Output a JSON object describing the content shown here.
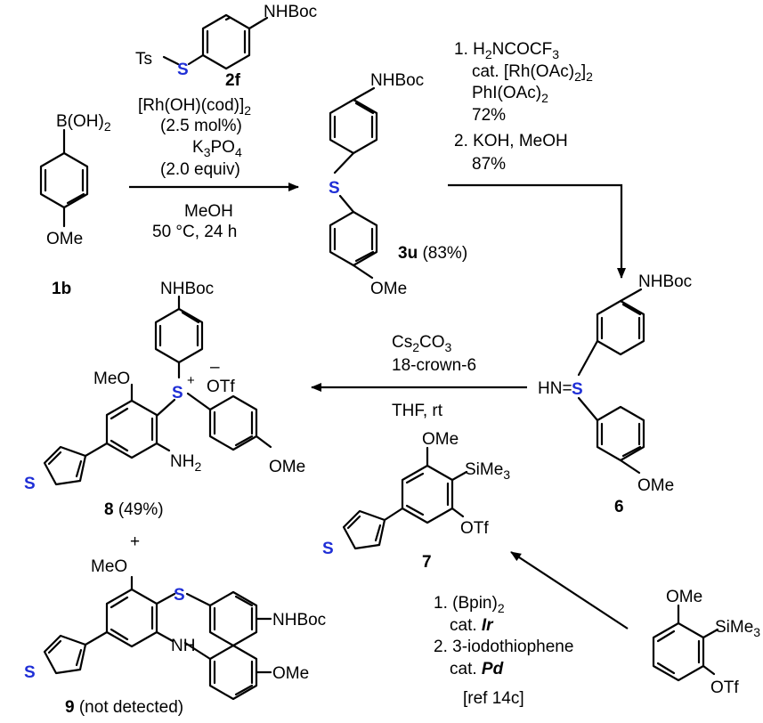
{
  "colors": {
    "sulfur": "#1f2fd6",
    "ink": "#000000",
    "background": "#ffffff"
  },
  "compounds": {
    "c1b": {
      "label": "1b",
      "boronic_acid": "B(OH)2",
      "methoxy": "OMe"
    },
    "c2f": {
      "label": "2f",
      "tosyl": "Ts",
      "sulfur": "S",
      "nhboc": "NHBoc"
    },
    "c3u": {
      "label": "3u",
      "yield": "(83%)",
      "sulfur": "S",
      "nhboc": "NHBoc",
      "methoxy": "OMe"
    },
    "c6": {
      "label": "6",
      "sulfur": "S",
      "imine": "HN=",
      "nhboc": "NHBoc",
      "methoxy": "OMe"
    },
    "c7": {
      "label": "7",
      "methoxy": "OMe",
      "silyl": "SiMe3",
      "triflate": "OTf",
      "thiophene_s": "S"
    },
    "c8": {
      "label": "8",
      "yield": "(49%)",
      "nhboc": "NHBoc",
      "methoxy_left": "MeO",
      "sulfonium": "S",
      "charge_plus": "+",
      "counterion": "OTf",
      "charge_minus": "–",
      "amine": "NH2",
      "methoxy_right": "OMe",
      "thiophene_s": "S"
    },
    "plus": "+",
    "c9": {
      "label": "9",
      "note": "(not detected)",
      "methoxy_left": "MeO",
      "sulfur": "S",
      "nhboc": "NHBoc",
      "nh": "NH",
      "methoxy_right": "OMe",
      "thiophene_s": "S"
    },
    "precursor": {
      "methoxy": "OMe",
      "silyl": "SiMe3",
      "triflate": "OTf"
    }
  },
  "reactions": {
    "r1": {
      "catalyst": "[Rh(OH)(cod)]2",
      "loading": "(2.5 mol%)",
      "base": "K3PO4",
      "base_equiv": "(2.0 equiv)",
      "solvent": "MeOH",
      "conditions": "50 °C, 24 h"
    },
    "r2": {
      "step1": "1. H2NCOCF3",
      "step1_cat": "cat. [Rh(OAc)2]2",
      "step1_ox": "PhI(OAc)2",
      "step1_yield": "72%",
      "step2": "2. KOH, MeOH",
      "step2_yield": "87%"
    },
    "r3": {
      "base": "Cs2CO3",
      "additive": "18-crown-6",
      "solvent": "THF, rt"
    },
    "r4": {
      "step1": "1. (Bpin)2",
      "step1_cat_prefix": "cat.",
      "step1_cat_metal": "Ir",
      "step2": "2. 3-iodothiophene",
      "step2_cat_prefix": "cat.",
      "step2_cat_metal": "Pd",
      "reference": "[ref 14c]"
    }
  }
}
